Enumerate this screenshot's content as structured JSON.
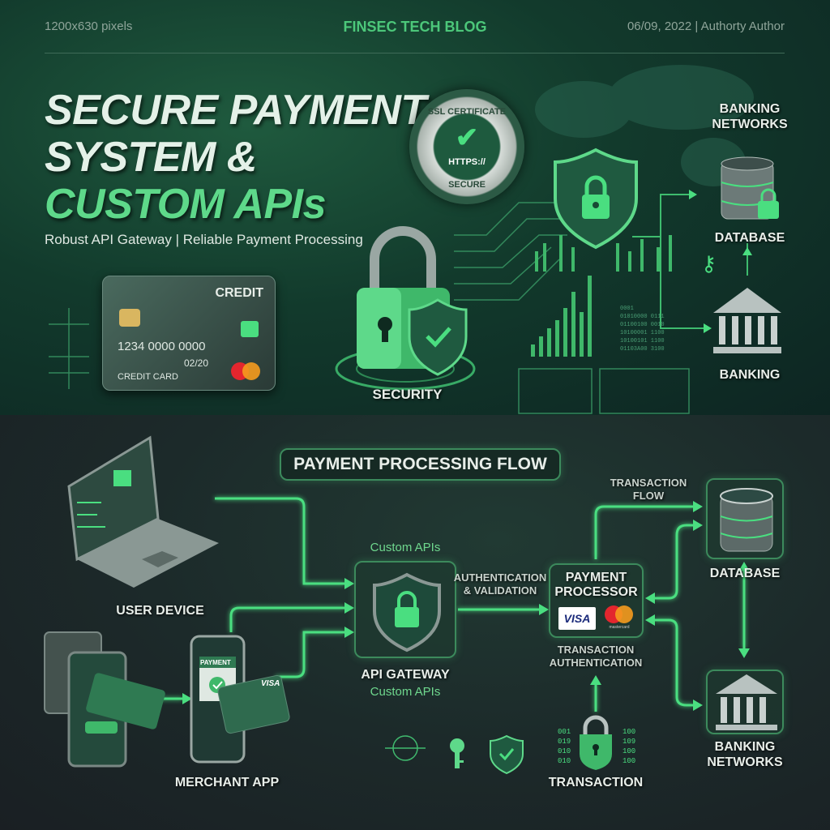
{
  "header": {
    "size_note": "1200x630 pixels",
    "blog_name": "FINSEC TECH BLOG",
    "byline": "06/09, 2022 | Authorty Author"
  },
  "hero": {
    "title_line1": "SECURE PAYMENT",
    "title_line2": "SYSTEM &",
    "title_line3": "CUSTOM APIs",
    "subtitle": "Robust API Gateway | Reliable Payment Processing"
  },
  "ssl_badge": {
    "top": "SSL CERTIFICATE",
    "middle": "HTTPS://",
    "bottom": "SECURE"
  },
  "credit_card": {
    "brand": "CREDIT",
    "number": "1234  0000  0000",
    "expiry": "02/20",
    "label": "CREDIT CARD"
  },
  "top_labels": {
    "security": "SECURITY",
    "banking_networks_1": "BANKING",
    "banking_networks_2": "NETWORKS",
    "database": "DATABASE",
    "banking": "BANKING"
  },
  "flow": {
    "title": "PAYMENT PROCESSING FLOW",
    "user_device": "USER DEVICE",
    "merchant_app": "MERCHANT APP",
    "payment_screen": "PAYMENT",
    "card_brand": "VISA",
    "gateway_top": "Custom APIs",
    "gateway_label": "API GATEWAY",
    "gateway_sub": "Custom APIs",
    "auth_1": "AUTHENTICATION",
    "auth_2": "& VALIDATION",
    "processor_1": "PAYMENT",
    "processor_2": "PROCESSOR",
    "visa": "VISA",
    "mastercard": "mastercard",
    "tx_auth_1": "TRANSACTION",
    "tx_auth_2": "AUTHENTICATION",
    "tx_flow_1": "TRANSACTION",
    "tx_flow_2": "FLOW",
    "database": "DATABASE",
    "banking_1": "BANKING",
    "banking_2": "NETWORKS",
    "transaction": "TRANSACTION"
  },
  "colors": {
    "accent": "#4ade80",
    "dark_green": "#123a2c",
    "bottom_bg": "#1c2226"
  }
}
